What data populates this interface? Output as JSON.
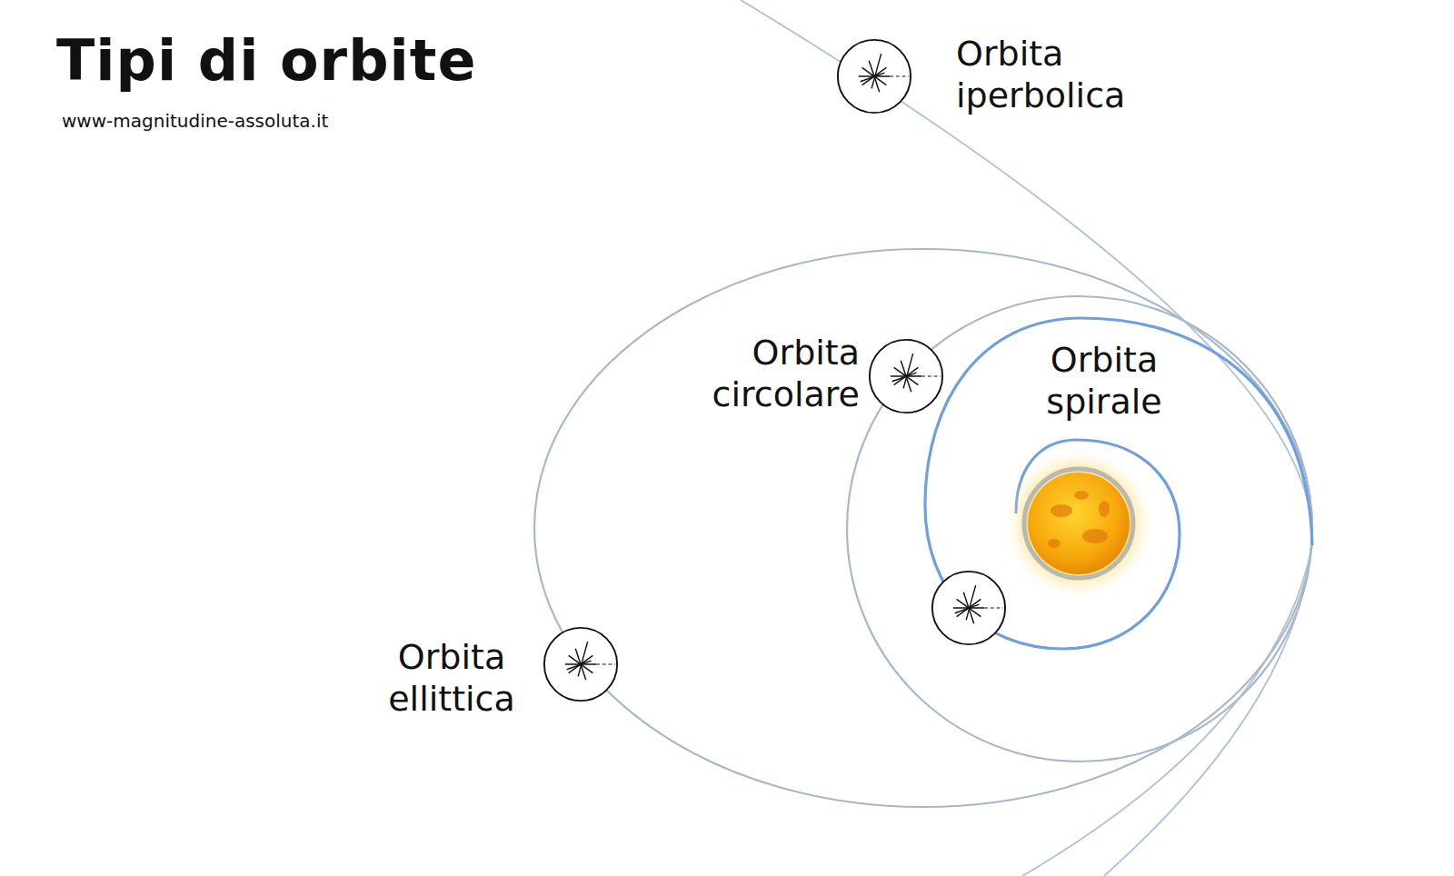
{
  "diagram": {
    "title": "Tipi di orbite",
    "labels": [
      "www-magnitudine-assoluta.it",
      "Orbita iperbolica",
      "Orbita circolare",
      "Orbita spirale",
      "Orbita ellittica"
    ]
  }
}
